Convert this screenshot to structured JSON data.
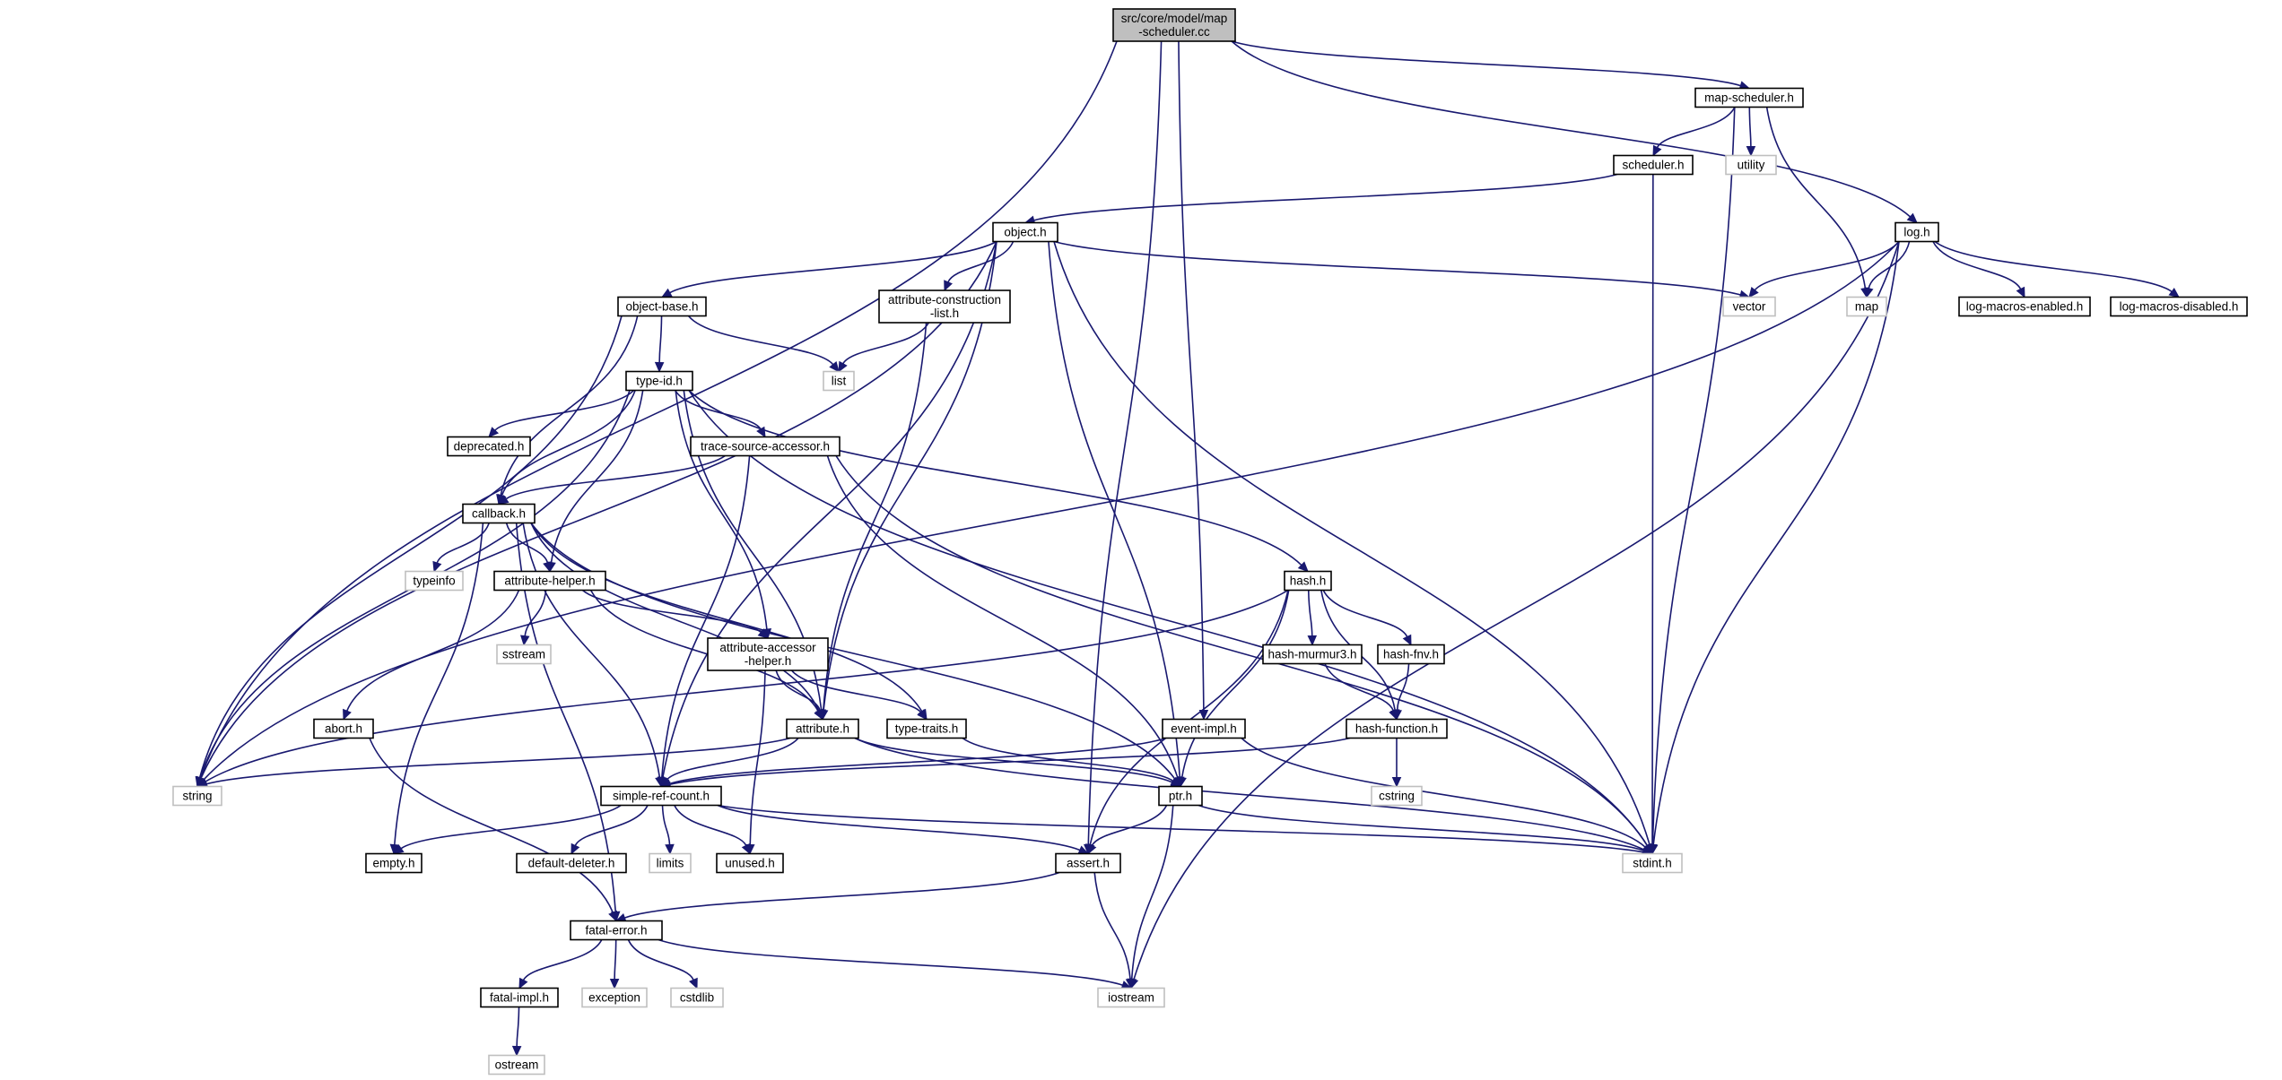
{
  "colors": {
    "edge": "#191970",
    "main_fill": "#bfbfbf",
    "system_border": "#bfbfbf",
    "local_border": "#000000"
  },
  "nodes": [
    {
      "id": "main",
      "kind": "main",
      "lines": [
        "src/core/model/map",
        "-scheduler.cc"
      ]
    },
    {
      "id": "map_scheduler_h",
      "kind": "local",
      "lines": [
        "map-scheduler.h"
      ]
    },
    {
      "id": "log_h",
      "kind": "local",
      "lines": [
        "log.h"
      ]
    },
    {
      "id": "scheduler_h",
      "kind": "local",
      "lines": [
        "scheduler.h"
      ]
    },
    {
      "id": "utility",
      "kind": "system",
      "lines": [
        "utility"
      ]
    },
    {
      "id": "object_h",
      "kind": "local",
      "lines": [
        "object.h"
      ]
    },
    {
      "id": "object_base_h",
      "kind": "local",
      "lines": [
        "object-base.h"
      ]
    },
    {
      "id": "attr_construction",
      "kind": "local",
      "lines": [
        "attribute-construction",
        "-list.h"
      ]
    },
    {
      "id": "vector",
      "kind": "system",
      "lines": [
        "vector"
      ]
    },
    {
      "id": "map",
      "kind": "system",
      "lines": [
        "map"
      ]
    },
    {
      "id": "log_macros_enabled",
      "kind": "local",
      "lines": [
        "log-macros-enabled.h"
      ]
    },
    {
      "id": "log_macros_disabled",
      "kind": "local",
      "lines": [
        "log-macros-disabled.h"
      ]
    },
    {
      "id": "list",
      "kind": "system",
      "lines": [
        "list"
      ]
    },
    {
      "id": "type_id_h",
      "kind": "local",
      "lines": [
        "type-id.h"
      ]
    },
    {
      "id": "deprecated_h",
      "kind": "local",
      "lines": [
        "deprecated.h"
      ]
    },
    {
      "id": "trace_source",
      "kind": "local",
      "lines": [
        "trace-source-accessor.h"
      ]
    },
    {
      "id": "callback_h",
      "kind": "local",
      "lines": [
        "callback.h"
      ]
    },
    {
      "id": "typeinfo",
      "kind": "system",
      "lines": [
        "typeinfo"
      ]
    },
    {
      "id": "attr_helper",
      "kind": "local",
      "lines": [
        "attribute-helper.h"
      ]
    },
    {
      "id": "hash_h",
      "kind": "local",
      "lines": [
        "hash.h"
      ]
    },
    {
      "id": "sstream",
      "kind": "system",
      "lines": [
        "sstream"
      ]
    },
    {
      "id": "attr_accessor",
      "kind": "local",
      "lines": [
        "attribute-accessor",
        "-helper.h"
      ]
    },
    {
      "id": "hash_murmur",
      "kind": "local",
      "lines": [
        "hash-murmur3.h"
      ]
    },
    {
      "id": "hash_fnv",
      "kind": "local",
      "lines": [
        "hash-fnv.h"
      ]
    },
    {
      "id": "abort_h",
      "kind": "local",
      "lines": [
        "abort.h"
      ]
    },
    {
      "id": "attribute_h",
      "kind": "local",
      "lines": [
        "attribute.h"
      ]
    },
    {
      "id": "type_traits",
      "kind": "local",
      "lines": [
        "type-traits.h"
      ]
    },
    {
      "id": "event_impl",
      "kind": "local",
      "lines": [
        "event-impl.h"
      ]
    },
    {
      "id": "hash_function",
      "kind": "local",
      "lines": [
        "hash-function.h"
      ]
    },
    {
      "id": "string",
      "kind": "system",
      "lines": [
        "string"
      ]
    },
    {
      "id": "simple_ref",
      "kind": "local",
      "lines": [
        "simple-ref-count.h"
      ]
    },
    {
      "id": "ptr_h",
      "kind": "local",
      "lines": [
        "ptr.h"
      ]
    },
    {
      "id": "cstring",
      "kind": "system",
      "lines": [
        "cstring"
      ]
    },
    {
      "id": "empty_h",
      "kind": "local",
      "lines": [
        "empty.h"
      ]
    },
    {
      "id": "default_deleter",
      "kind": "local",
      "lines": [
        "default-deleter.h"
      ]
    },
    {
      "id": "limits",
      "kind": "system",
      "lines": [
        "limits"
      ]
    },
    {
      "id": "unused_h",
      "kind": "local",
      "lines": [
        "unused.h"
      ]
    },
    {
      "id": "assert_h",
      "kind": "local",
      "lines": [
        "assert.h"
      ]
    },
    {
      "id": "stdint",
      "kind": "system",
      "lines": [
        "stdint.h"
      ]
    },
    {
      "id": "fatal_error",
      "kind": "local",
      "lines": [
        "fatal-error.h"
      ]
    },
    {
      "id": "fatal_impl",
      "kind": "local",
      "lines": [
        "fatal-impl.h"
      ]
    },
    {
      "id": "exception",
      "kind": "system",
      "lines": [
        "exception"
      ]
    },
    {
      "id": "cstdlib",
      "kind": "system",
      "lines": [
        "cstdlib"
      ]
    },
    {
      "id": "iostream",
      "kind": "system",
      "lines": [
        "iostream"
      ]
    },
    {
      "id": "ostream",
      "kind": "system",
      "lines": [
        "ostream"
      ]
    }
  ],
  "edges": [
    [
      "main",
      "map_scheduler_h"
    ],
    [
      "main",
      "log_h"
    ],
    [
      "main",
      "string"
    ],
    [
      "main",
      "assert_h"
    ],
    [
      "main",
      "event_impl"
    ],
    [
      "map_scheduler_h",
      "scheduler_h"
    ],
    [
      "map_scheduler_h",
      "utility"
    ],
    [
      "map_scheduler_h",
      "map"
    ],
    [
      "map_scheduler_h",
      "stdint"
    ],
    [
      "scheduler_h",
      "object_h"
    ],
    [
      "scheduler_h",
      "stdint"
    ],
    [
      "log_h",
      "vector"
    ],
    [
      "log_h",
      "map"
    ],
    [
      "log_h",
      "log_macros_enabled"
    ],
    [
      "log_h",
      "log_macros_disabled"
    ],
    [
      "log_h",
      "stdint"
    ],
    [
      "log_h",
      "iostream"
    ],
    [
      "log_h",
      "string"
    ],
    [
      "object_h",
      "object_base_h"
    ],
    [
      "object_h",
      "attr_construction"
    ],
    [
      "object_h",
      "vector"
    ],
    [
      "object_h",
      "string"
    ],
    [
      "object_h",
      "simple_ref"
    ],
    [
      "object_h",
      "attribute_h"
    ],
    [
      "object_h",
      "ptr_h"
    ],
    [
      "object_h",
      "stdint"
    ],
    [
      "object_base_h",
      "type_id_h"
    ],
    [
      "object_base_h",
      "list"
    ],
    [
      "object_base_h",
      "string"
    ],
    [
      "object_base_h",
      "callback_h"
    ],
    [
      "attr_construction",
      "list"
    ],
    [
      "attr_construction",
      "attribute_h"
    ],
    [
      "type_id_h",
      "deprecated_h"
    ],
    [
      "type_id_h",
      "trace_source"
    ],
    [
      "type_id_h",
      "callback_h"
    ],
    [
      "type_id_h",
      "attr_helper"
    ],
    [
      "type_id_h",
      "attr_accessor"
    ],
    [
      "type_id_h",
      "attribute_h"
    ],
    [
      "type_id_h",
      "hash_h"
    ],
    [
      "type_id_h",
      "string"
    ],
    [
      "type_id_h",
      "stdint"
    ],
    [
      "trace_source",
      "callback_h"
    ],
    [
      "trace_source",
      "simple_ref"
    ],
    [
      "trace_source",
      "ptr_h"
    ],
    [
      "trace_source",
      "stdint"
    ],
    [
      "callback_h",
      "typeinfo"
    ],
    [
      "callback_h",
      "attr_helper"
    ],
    [
      "callback_h",
      "type_traits"
    ],
    [
      "callback_h",
      "ptr_h"
    ],
    [
      "callback_h",
      "attribute_h"
    ],
    [
      "callback_h",
      "simple_ref"
    ],
    [
      "callback_h",
      "empty_h"
    ],
    [
      "callback_h",
      "fatal_error"
    ],
    [
      "attr_helper",
      "sstream"
    ],
    [
      "attr_helper",
      "attr_accessor"
    ],
    [
      "attr_helper",
      "abort_h"
    ],
    [
      "attr_helper",
      "attribute_h"
    ],
    [
      "attr_accessor",
      "attribute_h"
    ],
    [
      "attr_accessor",
      "type_traits"
    ],
    [
      "attr_accessor",
      "unused_h"
    ],
    [
      "hash_h",
      "hash_murmur"
    ],
    [
      "hash_h",
      "hash_fnv"
    ],
    [
      "hash_h",
      "hash_function"
    ],
    [
      "hash_h",
      "ptr_h"
    ],
    [
      "hash_h",
      "assert_h"
    ],
    [
      "hash_h",
      "string"
    ],
    [
      "hash_murmur",
      "hash_function"
    ],
    [
      "hash_fnv",
      "hash_function"
    ],
    [
      "hash_function",
      "cstring"
    ],
    [
      "hash_function",
      "simple_ref"
    ],
    [
      "abort_h",
      "fatal_error"
    ],
    [
      "attribute_h",
      "string"
    ],
    [
      "attribute_h",
      "simple_ref"
    ],
    [
      "attribute_h",
      "ptr_h"
    ],
    [
      "attribute_h",
      "stdint"
    ],
    [
      "type_traits",
      "ptr_h"
    ],
    [
      "event_impl",
      "simple_ref"
    ],
    [
      "event_impl",
      "stdint"
    ],
    [
      "simple_ref",
      "empty_h"
    ],
    [
      "simple_ref",
      "default_deleter"
    ],
    [
      "simple_ref",
      "limits"
    ],
    [
      "simple_ref",
      "unused_h"
    ],
    [
      "simple_ref",
      "assert_h"
    ],
    [
      "simple_ref",
      "stdint"
    ],
    [
      "ptr_h",
      "assert_h"
    ],
    [
      "ptr_h",
      "iostream"
    ],
    [
      "ptr_h",
      "stdint"
    ],
    [
      "assert_h",
      "fatal_error"
    ],
    [
      "assert_h",
      "iostream"
    ],
    [
      "fatal_error",
      "fatal_impl"
    ],
    [
      "fatal_error",
      "exception"
    ],
    [
      "fatal_error",
      "cstdlib"
    ],
    [
      "fatal_error",
      "iostream"
    ],
    [
      "fatal_impl",
      "ostream"
    ]
  ]
}
